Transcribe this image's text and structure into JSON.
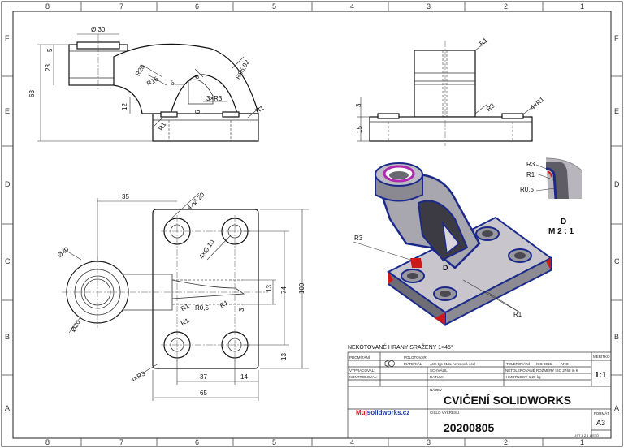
{
  "zones": {
    "columns": [
      "8",
      "7",
      "6",
      "5",
      "4",
      "3",
      "2",
      "1"
    ],
    "rows": [
      "F",
      "E",
      "D",
      "C",
      "B",
      "A"
    ]
  },
  "front_view": {
    "dims": [
      "Ø 30",
      "5",
      "23",
      "63",
      "R28",
      "R15",
      "6",
      "6",
      "12",
      "3×R3",
      "6",
      "R95,92",
      "R1",
      "R1"
    ]
  },
  "side_view": {
    "dims": [
      "R1",
      "3",
      "15",
      "R3",
      "4×R1"
    ]
  },
  "top_view": {
    "dims": [
      "35",
      "4×Ø 20",
      "4×Ø 10",
      "Ø40",
      "Ø20",
      "R1",
      "R0,5",
      "R1",
      "R1",
      "3",
      "13",
      "74",
      "100",
      "13",
      "37",
      "14",
      "65",
      "4×R3"
    ]
  },
  "detail": {
    "labels": [
      "R3",
      "R1",
      "R0,5"
    ],
    "title": "D",
    "scale": "M 2 : 1"
  },
  "iso_view": {
    "labels": [
      "R3",
      "D",
      "R1"
    ]
  },
  "title_block": {
    "note": "NEKÓTOVANÉ HRANY SRAŽENY 1×45°",
    "promitani": "PROMÍTÁNÍ:",
    "polotovar": "POLOTOVAR:",
    "material_label": "MATERIÁL:",
    "material_value": "AISI typ 316L nerezová ocel",
    "tolerance_label": "TOLEROVÁNÍ",
    "tolerance_value": "ISO 8015",
    "tolerance_ano": "ANO",
    "meritko_label": "MĚŘÍTKO",
    "meritko_value": "1:1",
    "vypracoval": "VYPRACOVAL:",
    "schvalil": "SCHVÁLIL:",
    "netol": "NETOLEROVANÉ ROZMĚRY ISO 2768 m K",
    "kontroloval": "KONTROLOVAL:",
    "datum": "DATUM:",
    "hmotnost": "HMOTNOST: 1,29 kg",
    "nazev_label": "NÁZEV",
    "nazev": "CVIČENÍ SOLIDWORKS",
    "brand_red": "Muj",
    "brand_blue": "solidworks.cz",
    "cislo_label": "ČÍSLO VÝKRESU",
    "cislo": "20200805",
    "format_label": "FORMÁT",
    "format": "A3",
    "list": "LIST 1 Z 1 LISTŮ"
  }
}
